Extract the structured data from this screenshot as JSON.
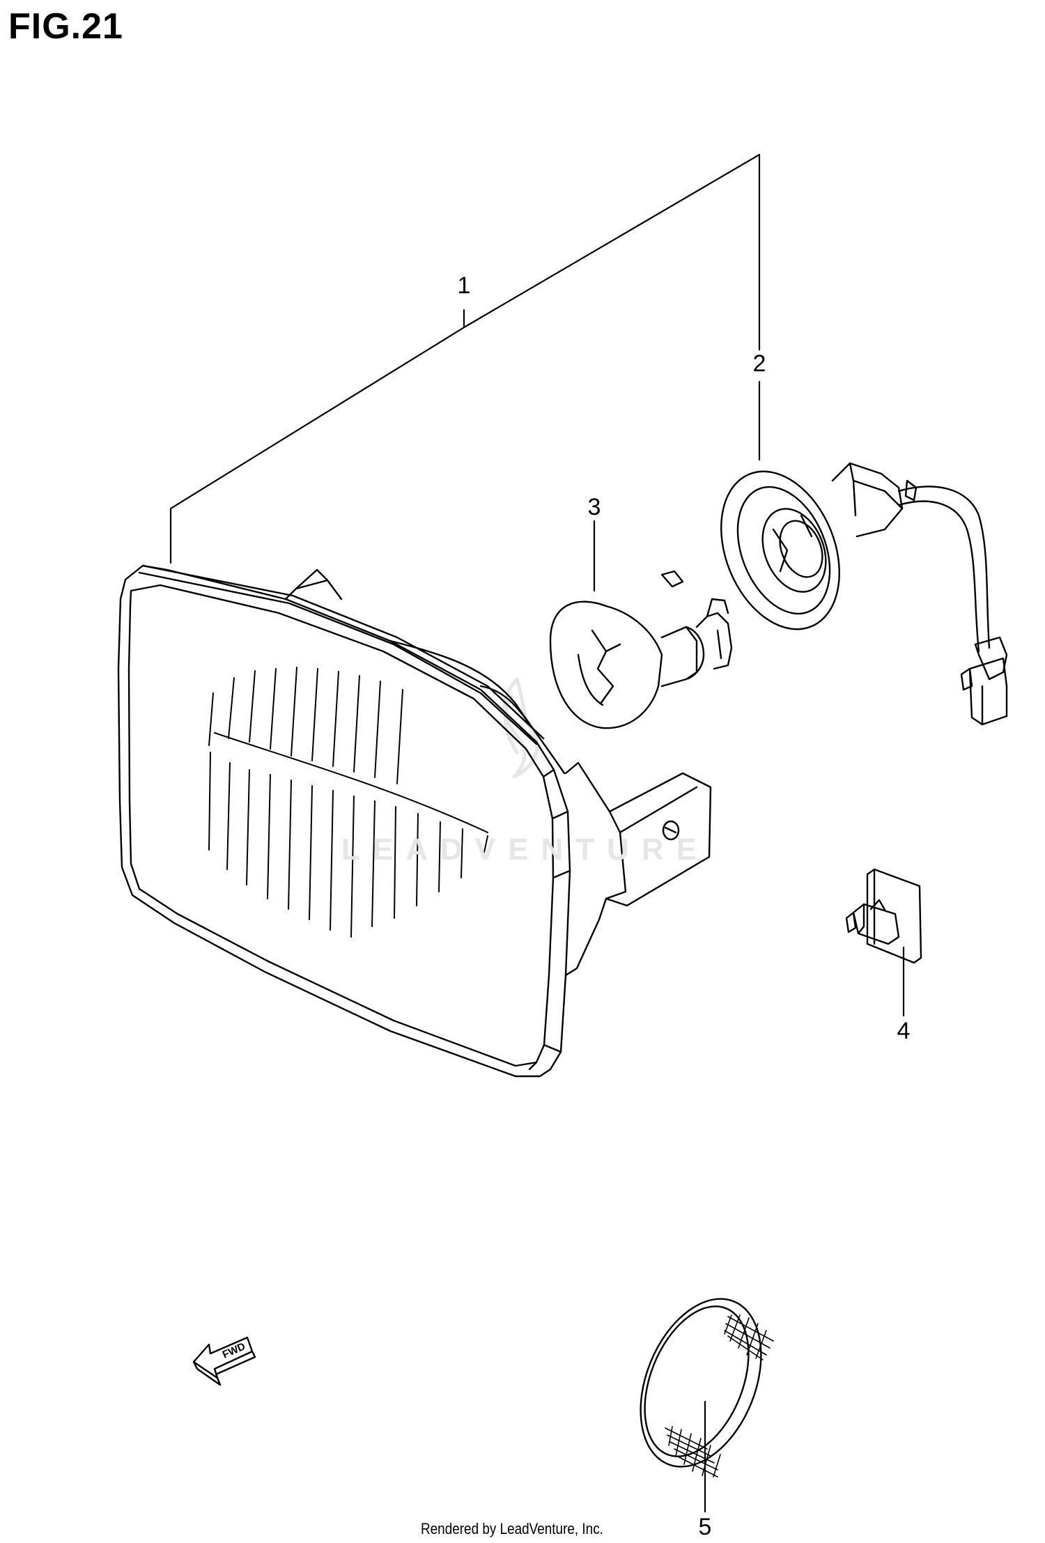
{
  "figure": {
    "title": "FIG.21"
  },
  "parts": [
    {
      "callout": "1",
      "name": "headlamp-unit"
    },
    {
      "callout": "2",
      "name": "socket-with-harness"
    },
    {
      "callout": "3",
      "name": "bulb"
    },
    {
      "callout": "4",
      "name": "clip"
    },
    {
      "callout": "5",
      "name": "reflector"
    }
  ],
  "direction_arrow": {
    "label": "FWD"
  },
  "watermark": {
    "text": "LEADVENTURE",
    "logo": "leadventure-flame-logo"
  },
  "footer": {
    "credit": "Rendered by LeadVenture, Inc."
  },
  "colors": {
    "line": "#000000",
    "watermark": "#e6e6e6",
    "background": "#ffffff"
  }
}
